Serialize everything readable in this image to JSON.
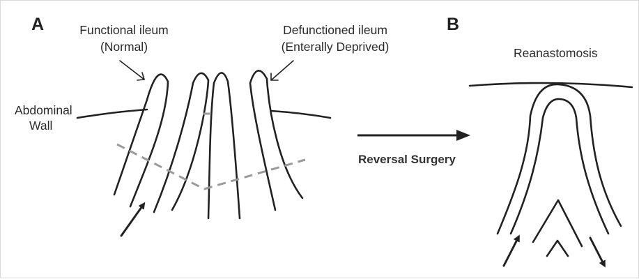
{
  "panels": {
    "a": {
      "letter": "A",
      "functional": {
        "line1": "Functional ileum",
        "line2": "(Normal)"
      },
      "defunctioned": {
        "line1": "Defunctioned ileum",
        "line2": "(Enterally Deprived)"
      },
      "wall": {
        "line1": "Abdominal",
        "line2": "Wall"
      }
    },
    "transition": {
      "label": "Reversal Surgery"
    },
    "b": {
      "letter": "B",
      "title": "Reanastomosis"
    }
  },
  "colors": {
    "stroke": "#222222",
    "dashed": "#9a9a9a",
    "text": "#2a2a2a"
  }
}
